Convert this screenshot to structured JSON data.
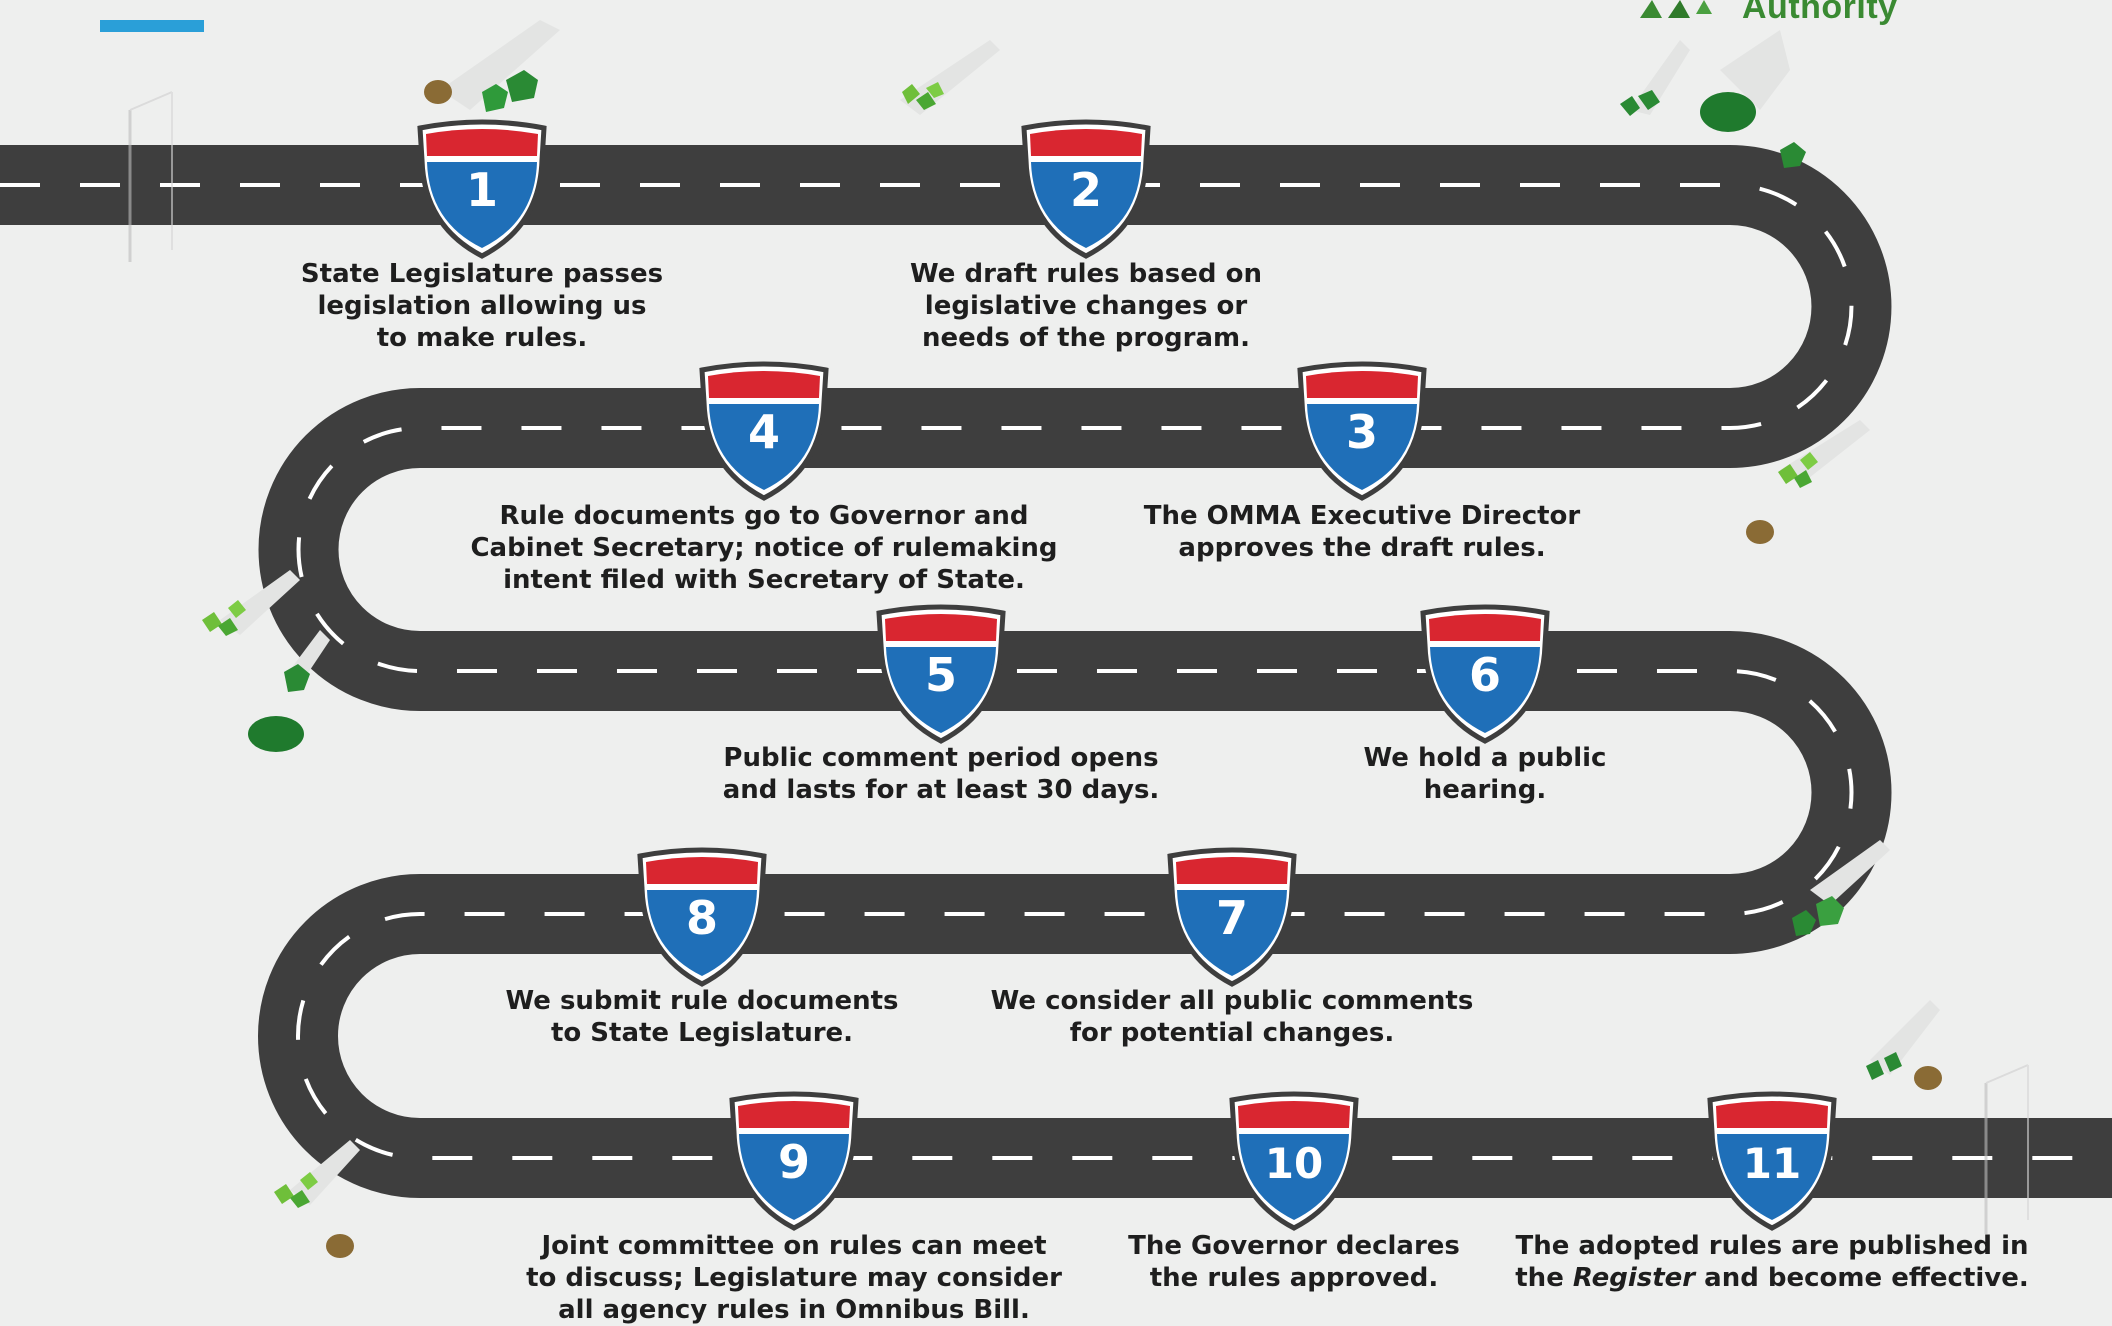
{
  "brand": {
    "text": "Authority",
    "color": "#3a8a32"
  },
  "colors": {
    "road": "#3e3e3e",
    "dash": "#ffffff",
    "shield_red": "#d92630",
    "shield_blue": "#1f6fb8",
    "accent_bar": "#2a9fd8",
    "background": "#eeefee"
  },
  "steps": [
    {
      "number": "1",
      "lines": [
        "State Legislature passes",
        "legislation allowing us",
        "to make rules."
      ]
    },
    {
      "number": "2",
      "lines": [
        "We draft rules based on",
        "legislative changes or",
        "needs of the program."
      ]
    },
    {
      "number": "3",
      "lines": [
        "The OMMA Executive Director",
        "approves the draft rules."
      ]
    },
    {
      "number": "4",
      "lines": [
        "Rule documents go to Governor and",
        "Cabinet Secretary; notice of rulemaking",
        "intent filed with Secretary of State."
      ]
    },
    {
      "number": "5",
      "lines": [
        "Public comment period opens",
        "and lasts for at least 30 days."
      ]
    },
    {
      "number": "6",
      "lines": [
        "We hold a public",
        "hearing."
      ]
    },
    {
      "number": "7",
      "lines": [
        "We consider all public comments",
        "for potential changes."
      ]
    },
    {
      "number": "8",
      "lines": [
        "We submit rule documents",
        "to State Legislature."
      ]
    },
    {
      "number": "9",
      "lines": [
        "Joint committee on rules can meet",
        "to discuss; Legislature may consider",
        "all agency rules in Omnibus Bill."
      ]
    },
    {
      "number": "10",
      "lines": [
        "The Governor declares",
        "the rules approved."
      ]
    },
    {
      "number": "11",
      "lines_rich": [
        [
          "The adopted rules are published in"
        ],
        [
          "the ",
          "Register",
          " and become effective."
        ]
      ]
    }
  ]
}
